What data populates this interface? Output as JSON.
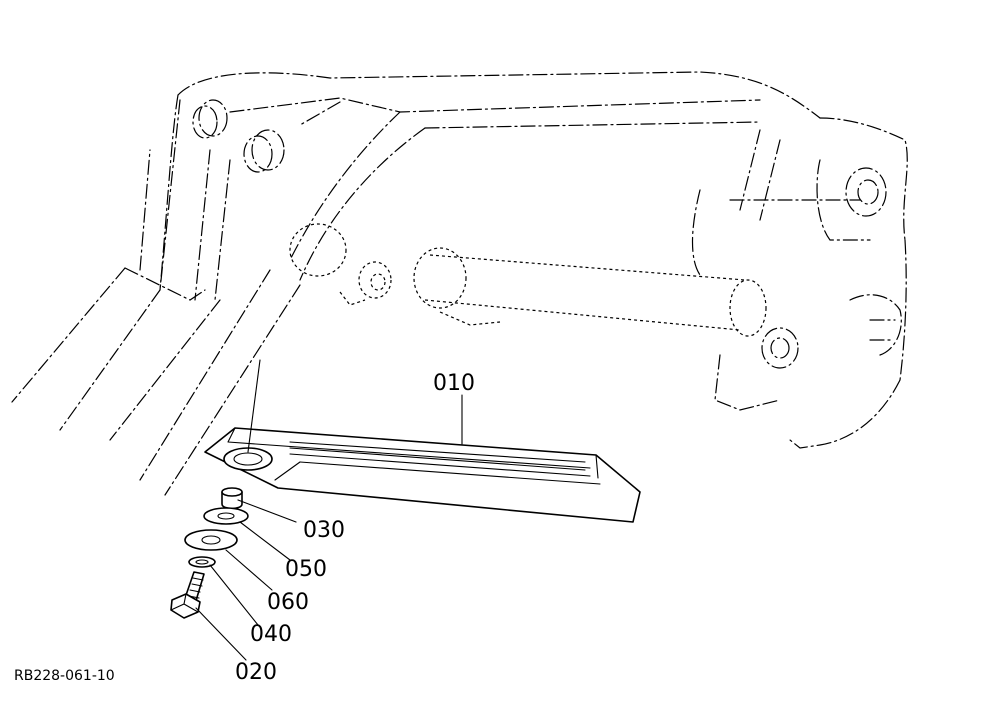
{
  "figure_code": "RB228-061-10",
  "callouts": [
    {
      "id": "010",
      "label": "010"
    },
    {
      "id": "030",
      "label": "030"
    },
    {
      "id": "050",
      "label": "050"
    },
    {
      "id": "060",
      "label": "060"
    },
    {
      "id": "040",
      "label": "040"
    },
    {
      "id": "020",
      "label": "020"
    }
  ]
}
